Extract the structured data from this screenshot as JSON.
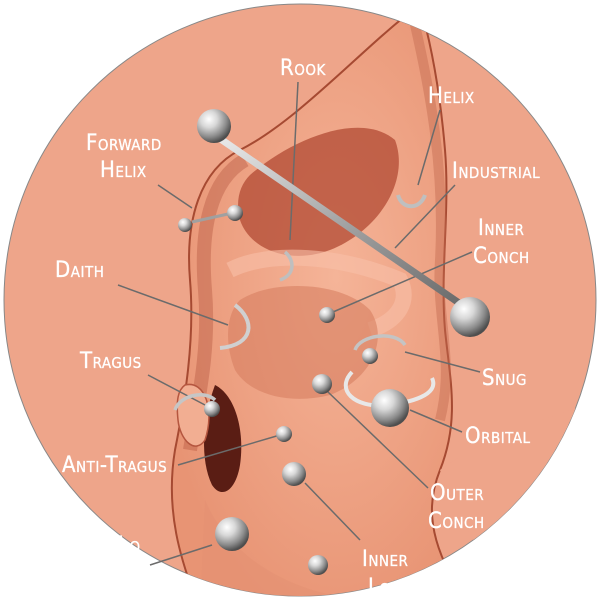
{
  "labels": {
    "rook": "Rook",
    "helix": "Helix",
    "forward_helix_1": "Forward",
    "forward_helix_2": "Helix",
    "industrial": "Industrial",
    "inner_conch_1": "Inner",
    "inner_conch_2": "Conch",
    "daith": "Daith",
    "tragus": "Tragus",
    "snug": "Snug",
    "orbital": "Orbital",
    "anti_tragus": "Anti-Tragus",
    "outer_conch_1": "Outer",
    "outer_conch_2": "Conch",
    "inner_lobe_1": "Inner",
    "inner_lobe_2": "Lo",
    "lobe_partial": "Lo"
  },
  "colors": {
    "background_disc": "#eea58a",
    "skin": "#f0a98c",
    "skin_shadow": "#b5563f",
    "line": "#6b6b6b",
    "label": "#ffffff",
    "metal": "#c8c8c8"
  }
}
